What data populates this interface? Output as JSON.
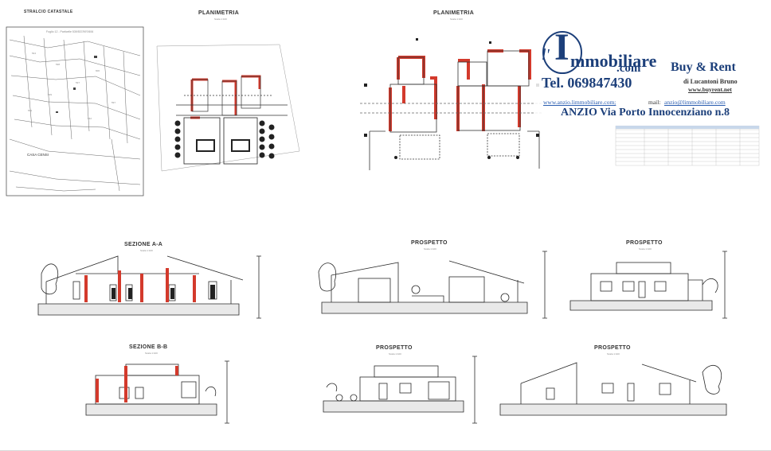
{
  "panels": {
    "stralcio": {
      "title": "STRALCIO CATASTALE",
      "sheet_label": "Foglio 12 - Particelle 539/537/597/606",
      "place_label": "CASA CENSI"
    },
    "planimetria_small": {
      "title": "PLANIMETRIA",
      "scale": "Scala 1:100"
    },
    "planimetria_large": {
      "title": "PLANIMETRIA",
      "scale": "Scala 1:100"
    },
    "sezione_aa": {
      "title": "SEZIONE A-A",
      "scale": "Scala 1:100"
    },
    "sezione_bb": {
      "title": "SEZIONE B-B",
      "scale": "Scala 1:100"
    },
    "prospetto_1": {
      "title": "PROSPETTO",
      "scale": "Scala 1:100"
    },
    "prospetto_2": {
      "title": "PROSPETTO",
      "scale": "Scala 1:100"
    },
    "prospetto_3": {
      "title": "PROSPETTO",
      "scale": "Scala 1:100"
    },
    "prospetto_4": {
      "title": "PROSPETTO",
      "scale": "Scala 1:100"
    }
  },
  "watermark": {
    "brand_l": "l'",
    "brand_i": "I",
    "brand_rest": "mmobiliare",
    "brand_com": ".com",
    "phone": "Tel. 069847430",
    "buy_rent": "Buy & Rent",
    "owner": "di Lucantoni Bruno",
    "site": "www.buyrent.net",
    "web": "www.anzio.limmobiliare.com;",
    "mail_label": "mail:",
    "mail": "anzio@limmobiliare.com",
    "address": "ANZIO Via Porto Innocenziano n.8"
  },
  "colors": {
    "brand_blue": "#1c3f7a",
    "wall_red": "#d33a2c",
    "line": "#2a2a2a"
  }
}
